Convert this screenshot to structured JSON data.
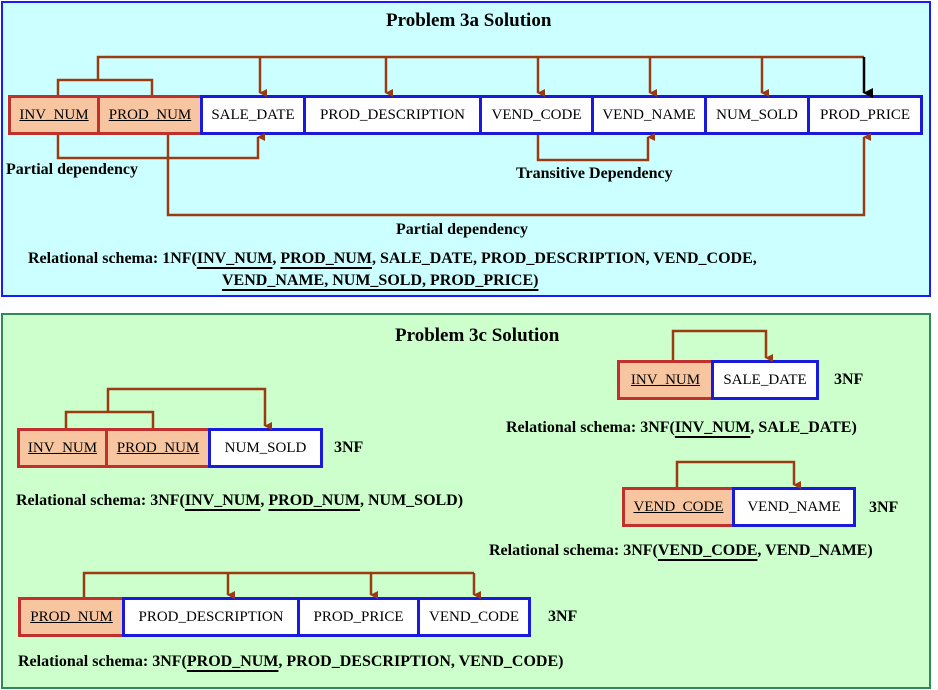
{
  "panel_a": {
    "title": "Problem 3a Solution",
    "cells": {
      "inv_num": "INV_NUM",
      "prod_num": "PROD_NUM",
      "sale_date": "SALE_DATE",
      "prod_description": "PROD_DESCRIPTION",
      "vend_code": "VEND_CODE",
      "vend_name": "VEND_NAME",
      "num_sold": "NUM_SOLD",
      "prod_price": "PROD_PRICE"
    },
    "labels": {
      "partial_left": "Partial dependency",
      "transitive": "Transitive Dependency",
      "partial_bottom": "Partial dependency"
    },
    "schema": {
      "prefix": "Relational schema: 1NF(",
      "key1": "INV_NUM",
      "sep1": ", ",
      "key2": "PROD_NUM",
      "rest1": ", SALE_DATE, PROD_DESCRIPTION, VEND_CODE,",
      "line2": "VEND_NAME, NUM_SOLD, PROD_PRICE)"
    }
  },
  "panel_c": {
    "title": "Problem 3c Solution",
    "nf_label": "3NF",
    "table_sold": {
      "cells": [
        "INV_NUM",
        "PROD_NUM",
        "NUM_SOLD"
      ],
      "schema_prefix": "Relational schema: 3NF(",
      "key1": "INV_NUM",
      "sep": ", ",
      "key2": "PROD_NUM",
      "rest": ", NUM_SOLD)"
    },
    "table_date": {
      "cells": [
        "INV_NUM",
        "SALE_DATE"
      ],
      "schema_prefix": "Relational schema: 3NF(",
      "key1": "INV_NUM",
      "rest": ", SALE_DATE)"
    },
    "table_vendor": {
      "cells": [
        "VEND_CODE",
        "VEND_NAME"
      ],
      "schema_prefix": "Relational schema: 3NF(",
      "key1": "VEND_CODE",
      "rest": ", VEND_NAME)"
    },
    "table_product": {
      "cells": [
        "PROD_NUM",
        "PROD_DESCRIPTION",
        "PROD_PRICE",
        "VEND_CODE"
      ],
      "schema_prefix": "Relational schema: 3NF(",
      "key1": "PROD_NUM",
      "rest": ", PROD_DESCRIPTION, VEND_CODE)"
    }
  },
  "colors": {
    "panel_a_bg": "#ccffff",
    "panel_c_bg": "#ccffcc",
    "key_fill": "#f7c6a0",
    "key_border": "#c0302c",
    "attr_border": "#1a1adb",
    "arrow": "#9a3b12"
  }
}
